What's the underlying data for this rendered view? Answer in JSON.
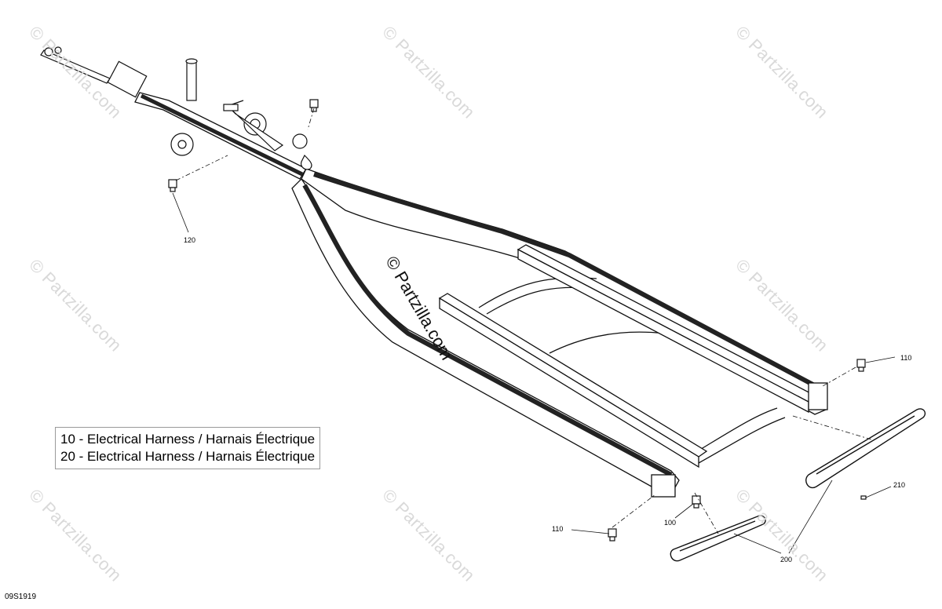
{
  "watermark": {
    "text": "© Partzilla.com"
  },
  "legend": {
    "items": [
      "10 - Electrical Harness / Harnais Électrique",
      "20 - Electrical Harness / Harnais Électrique"
    ]
  },
  "callouts": {
    "c120": "120",
    "c110a": "110",
    "c110b": "110",
    "c100": "100",
    "c200": "200",
    "c210": "210"
  },
  "drawing_code": "09S1919"
}
